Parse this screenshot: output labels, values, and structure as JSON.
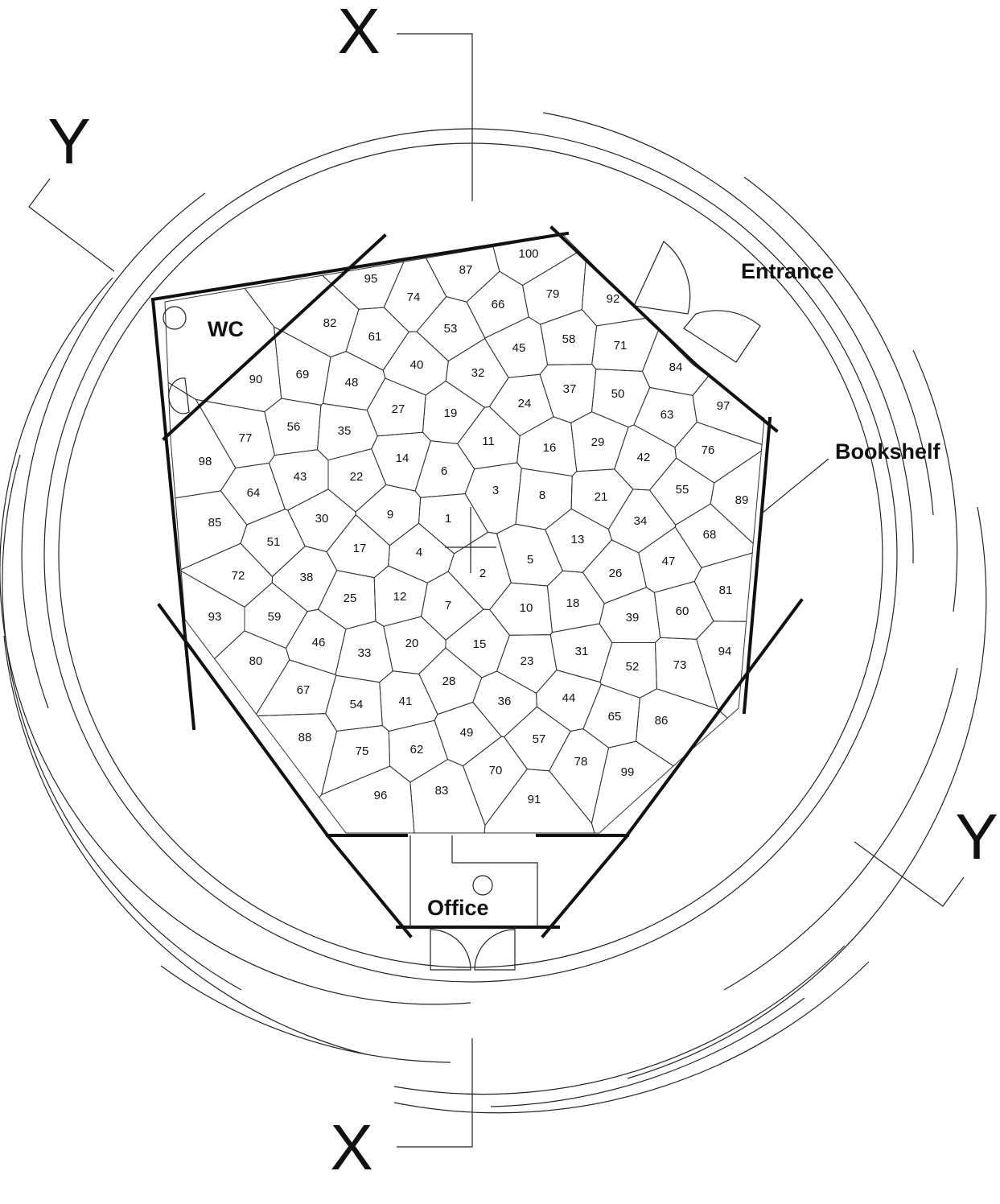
{
  "labels": {
    "wc": "WC",
    "entrance": "Entrance",
    "bookshelf": "Bookshelf",
    "office": "Office"
  },
  "section_markers": {
    "x_top": "X",
    "x_bottom": "X",
    "y_left": "Y",
    "y_right": "Y"
  },
  "cells": [
    {
      "n": "1"
    },
    {
      "n": "2"
    },
    {
      "n": "3"
    },
    {
      "n": "4"
    },
    {
      "n": "5"
    },
    {
      "n": "6"
    },
    {
      "n": "7"
    },
    {
      "n": "8"
    },
    {
      "n": "9"
    },
    {
      "n": "10"
    },
    {
      "n": "11"
    },
    {
      "n": "12"
    },
    {
      "n": "13"
    },
    {
      "n": "14"
    },
    {
      "n": "15"
    },
    {
      "n": "16"
    },
    {
      "n": "17"
    },
    {
      "n": "18"
    },
    {
      "n": "19"
    },
    {
      "n": "20"
    },
    {
      "n": "21"
    },
    {
      "n": "22"
    },
    {
      "n": "23"
    },
    {
      "n": "24"
    },
    {
      "n": "25"
    },
    {
      "n": "26"
    },
    {
      "n": "27"
    },
    {
      "n": "28"
    },
    {
      "n": "29"
    },
    {
      "n": "30"
    },
    {
      "n": "31"
    },
    {
      "n": "32"
    },
    {
      "n": "33"
    },
    {
      "n": "34"
    },
    {
      "n": "35"
    },
    {
      "n": "36"
    },
    {
      "n": "37"
    },
    {
      "n": "38"
    },
    {
      "n": "39"
    },
    {
      "n": "40"
    },
    {
      "n": "41"
    },
    {
      "n": "42"
    },
    {
      "n": "43"
    },
    {
      "n": "44"
    },
    {
      "n": "45"
    },
    {
      "n": "46"
    },
    {
      "n": "47"
    },
    {
      "n": "48"
    },
    {
      "n": "49"
    },
    {
      "n": "50"
    },
    {
      "n": "51"
    },
    {
      "n": "52"
    },
    {
      "n": "53"
    },
    {
      "n": "54"
    },
    {
      "n": "55"
    },
    {
      "n": "56"
    },
    {
      "n": "57"
    },
    {
      "n": "58"
    },
    {
      "n": "59"
    },
    {
      "n": "60"
    },
    {
      "n": "61"
    },
    {
      "n": "62"
    },
    {
      "n": "63"
    },
    {
      "n": "64"
    },
    {
      "n": "65"
    },
    {
      "n": "66"
    },
    {
      "n": "67"
    },
    {
      "n": "68"
    },
    {
      "n": "69"
    },
    {
      "n": "70"
    },
    {
      "n": "71"
    },
    {
      "n": "72"
    },
    {
      "n": "73"
    },
    {
      "n": "74"
    },
    {
      "n": "75"
    },
    {
      "n": "76"
    },
    {
      "n": "77"
    },
    {
      "n": "78"
    },
    {
      "n": "79"
    },
    {
      "n": "80"
    },
    {
      "n": "81"
    },
    {
      "n": "82"
    },
    {
      "n": "83"
    },
    {
      "n": "84"
    },
    {
      "n": "85"
    },
    {
      "n": "86"
    },
    {
      "n": "87"
    },
    {
      "n": "88"
    },
    {
      "n": "89"
    },
    {
      "n": "90"
    },
    {
      "n": "91"
    },
    {
      "n": "92"
    },
    {
      "n": "93"
    },
    {
      "n": "94"
    },
    {
      "n": "95"
    },
    {
      "n": "96"
    },
    {
      "n": "97"
    },
    {
      "n": "98"
    },
    {
      "n": "99"
    },
    {
      "n": "100"
    }
  ]
}
